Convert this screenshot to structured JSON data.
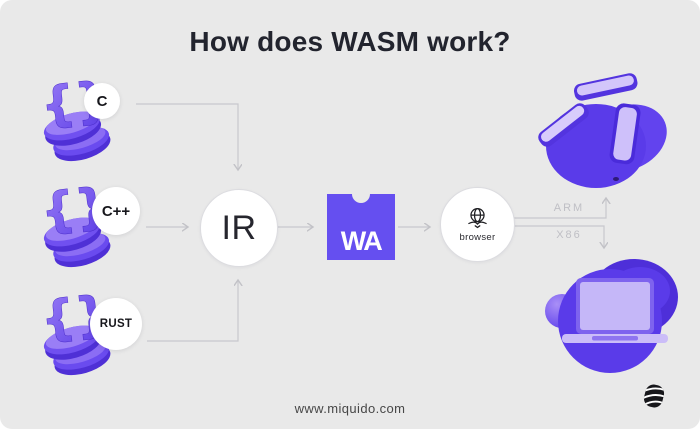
{
  "title": "How does WASM work?",
  "diagram": {
    "languages": [
      {
        "label": "C"
      },
      {
        "label": "C++"
      },
      {
        "label": "RUST"
      }
    ],
    "ir": {
      "label": "IR"
    },
    "wasm_badge": {
      "label": "WA"
    },
    "browser": {
      "label": "browser"
    },
    "architectures": [
      {
        "label": "ARM"
      },
      {
        "label": "X86"
      }
    ]
  },
  "footer": {
    "website": "www.miquido.com"
  },
  "icons": {
    "language_icon": "curly-braces-3d-icon",
    "browser_icon": "globe-icon",
    "arm_illustration": "mobile-devices-illustration",
    "x86_illustration": "laptop-illustration",
    "brand_icon": "miquido-logo-icon"
  },
  "colors": {
    "background": "#E9E9E9",
    "title_text": "#22242E",
    "wasm_purple": "#654FF0",
    "illustration_purple": "#5A3BE9",
    "connector_gray": "#C6C6CB",
    "arch_label_gray": "#BFBFC5"
  }
}
